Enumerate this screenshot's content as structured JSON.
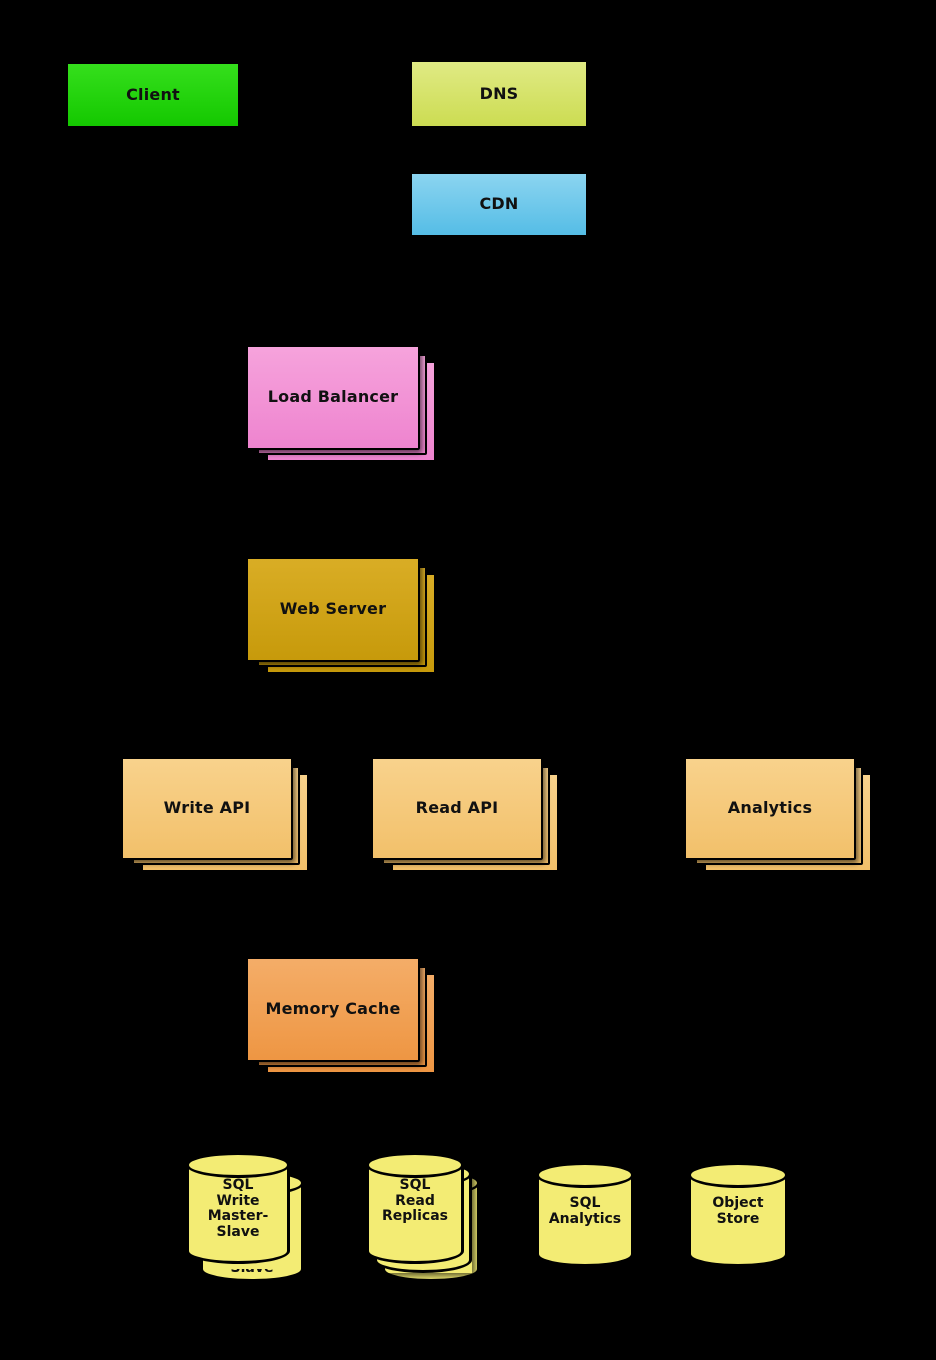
{
  "diagram": {
    "background": "#000000",
    "description": "System design scaling architecture diagram on black background",
    "nodes": [
      {
        "id": "client",
        "label": "Client",
        "shape": "box",
        "stacked": false,
        "color": "#1fd302"
      },
      {
        "id": "dns",
        "label": "DNS",
        "shape": "box",
        "stacked": false,
        "color": "#d6e36b"
      },
      {
        "id": "cdn",
        "label": "CDN",
        "shape": "box",
        "stacked": false,
        "color": "#6fc9ec"
      },
      {
        "id": "load-balancer",
        "label": "Load Balancer",
        "shape": "box",
        "stacked": true,
        "color": "#f293d6"
      },
      {
        "id": "web-server",
        "label": "Web Server",
        "shape": "box",
        "stacked": true,
        "color": "#d0a318"
      },
      {
        "id": "write-api",
        "label": "Write API",
        "shape": "box",
        "stacked": true,
        "color": "#f5c97c"
      },
      {
        "id": "read-api",
        "label": "Read API",
        "shape": "box",
        "stacked": true,
        "color": "#f5c97c"
      },
      {
        "id": "analytics",
        "label": "Analytics",
        "shape": "box",
        "stacked": true,
        "color": "#f5c97c"
      },
      {
        "id": "memory-cache",
        "label": "Memory Cache",
        "shape": "box",
        "stacked": true,
        "color": "#f1a255"
      },
      {
        "id": "sql-write-master-slave",
        "label": "SQL\nWrite\nMaster-\nSlave",
        "shape": "cylinder",
        "stacked": true,
        "color": "#f3ec74",
        "peek_label": "Slave"
      },
      {
        "id": "sql-read-replicas",
        "label": "SQL\nRead\nReplicas",
        "shape": "cylinder",
        "stacked": true,
        "color": "#f3ec74"
      },
      {
        "id": "sql-analytics",
        "label": "SQL\nAnalytics",
        "shape": "cylinder",
        "stacked": false,
        "color": "#f3ec74"
      },
      {
        "id": "object-store",
        "label": "Object\nStore",
        "shape": "cylinder",
        "stacked": false,
        "color": "#f3ec74"
      }
    ]
  }
}
